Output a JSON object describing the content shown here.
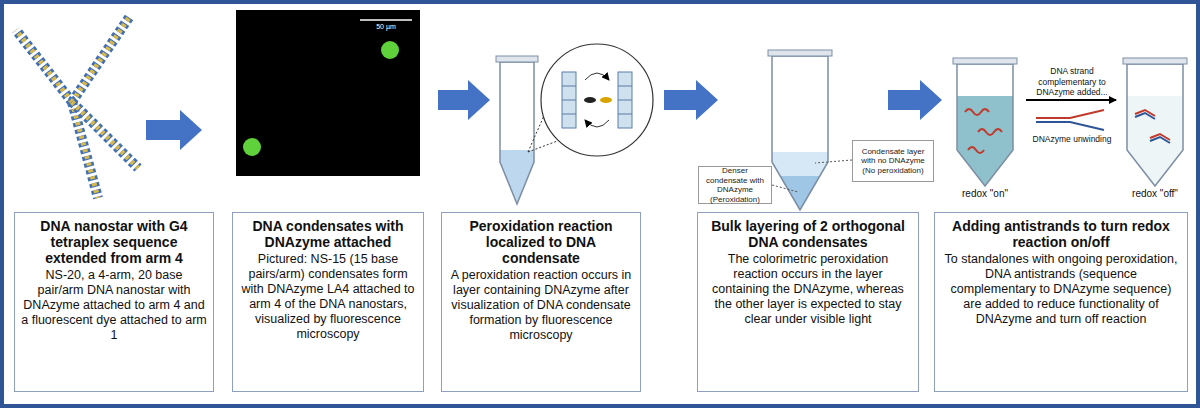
{
  "diagram": {
    "nodes": [
      {
        "text": [
          "Denser condensate with DNAzyme (Peroxidation)"
        ]
      },
      {
        "text": [
          "Condensate layer with no DNAzyme (No peroxidation)"
        ]
      },
      {
        "text": [
          "DNA nanostar with G4 tetraplex sequence extended from arm 4",
          "NS-20, a 4-arm, 20 base pair/arm DNA nanostar with DNAzyme  attached to arm 4 and a fluorescent dye attached to arm 1"
        ]
      },
      {
        "text": [
          "DNA condensates with DNAzyme attached",
          "Pictured: NS-15 (15 base pairs/arm) condensates form with DNAzyme LA4 attached to arm 4 of the DNA nanostars, visualized by fluorescence microscopy"
        ]
      },
      {
        "text": [
          "Peroxidation reaction localized to DNA condensate",
          "A peroxidation reaction occurs in layer containing DNAzyme after visualization of DNA condensate formation by fluorescence microscopy"
        ]
      },
      {
        "text": [
          "Bulk layering of 2 orthogonal DNA condensates",
          "The colorimetric peroxidation reaction occurs in the layer containing the DNAzyme, whereas the other layer is expected to stay clear under visible light"
        ]
      },
      {
        "text": [
          "Adding antistrands to turn redox reaction on/off",
          "To standalones with ongoing peroxidation, DNA antistrands (sequence complementary to DNAzyme sequence) are added to reduce functionality of DNAzyme and turn off reaction"
        ]
      }
    ],
    "labels": [
      "50 µm",
      "redox \"on\"",
      "DNA strand complementary to DNAzyme added...",
      "DNAzyme unwinding",
      "redox \"off\""
    ]
  }
}
